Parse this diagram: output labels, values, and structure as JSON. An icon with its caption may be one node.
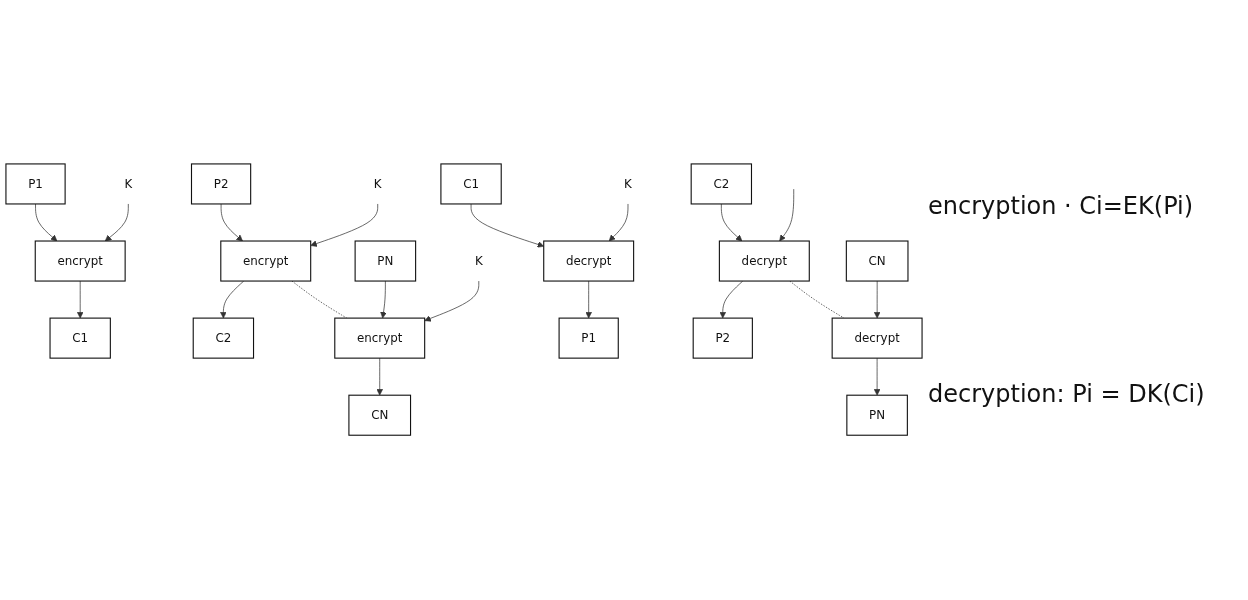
{
  "diagram": {
    "nodes": [
      {
        "text": [
          "P1"
        ]
      },
      {
        "text": [
          "K"
        ]
      },
      {
        "text": [
          "encrypt"
        ]
      },
      {
        "text": [
          "C1"
        ]
      },
      {
        "text": [
          "P2"
        ]
      },
      {
        "text": [
          "K"
        ]
      },
      {
        "text": [
          "encrypt"
        ]
      },
      {
        "text": [
          "C2"
        ]
      },
      {
        "text": [
          "PN"
        ]
      },
      {
        "text": [
          "K"
        ]
      },
      {
        "text": [
          "encrypt"
        ]
      },
      {
        "text": [
          "CN"
        ]
      },
      {
        "text": [
          "C1"
        ]
      },
      {
        "text": [
          "K"
        ]
      },
      {
        "text": [
          "decrypt"
        ]
      },
      {
        "text": [
          "P1"
        ]
      },
      {
        "text": [
          "C2"
        ]
      },
      {
        "text": [
          "decrypt"
        ]
      },
      {
        "text": [
          "P2"
        ]
      },
      {
        "text": [
          "CN"
        ]
      },
      {
        "text": [
          "decrypt"
        ]
      },
      {
        "text": [
          "PN"
        ]
      }
    ],
    "edges": [
      {
        "from": 0,
        "to": 2,
        "arrow": "to"
      },
      {
        "from": 1,
        "to": 2,
        "arrow": "to"
      },
      {
        "from": 2,
        "to": 3,
        "arrow": "to"
      },
      {
        "from": 4,
        "to": 6,
        "arrow": "to"
      },
      {
        "from": 5,
        "to": 6,
        "arrow": "to"
      },
      {
        "from": 6,
        "to": 7,
        "arrow": "to"
      },
      {
        "from": 8,
        "to": 10,
        "arrow": "to"
      },
      {
        "from": 9,
        "to": 10,
        "arrow": "to"
      },
      {
        "from": 10,
        "to": 11,
        "arrow": "to"
      },
      {
        "from": 6,
        "to": 10,
        "arrow": "none",
        "style": "dashed"
      },
      {
        "from": 12,
        "to": 14,
        "arrow": "to"
      },
      {
        "from": 13,
        "to": 14,
        "arrow": "to"
      },
      {
        "from": 14,
        "to": 15,
        "arrow": "to"
      },
      {
        "from": 16,
        "to": 17,
        "arrow": "to"
      },
      {
        "from": null,
        "to": 17,
        "arrow": "to"
      },
      {
        "from": 17,
        "to": 18,
        "arrow": "to"
      },
      {
        "from": 19,
        "to": 20,
        "arrow": "to"
      },
      {
        "from": 20,
        "to": 21,
        "arrow": "to"
      },
      {
        "from": 17,
        "to": 20,
        "arrow": "none",
        "style": "dashed"
      }
    ],
    "labels": [
      "encryption · Ci=EK(Pi)",
      "decryption: Pi = DK(Ci)"
    ]
  }
}
